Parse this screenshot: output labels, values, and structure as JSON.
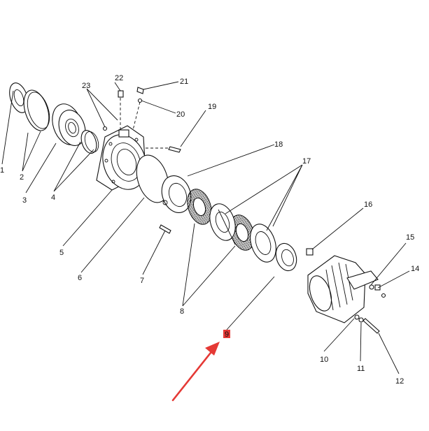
{
  "diagram": {
    "callouts": [
      {
        "id": "1",
        "label": "1"
      },
      {
        "id": "2",
        "label": "2"
      },
      {
        "id": "3",
        "label": "3"
      },
      {
        "id": "4",
        "label": "4"
      },
      {
        "id": "5",
        "label": "5"
      },
      {
        "id": "6",
        "label": "6"
      },
      {
        "id": "7",
        "label": "7"
      },
      {
        "id": "8",
        "label": "8"
      },
      {
        "id": "9",
        "label": "9"
      },
      {
        "id": "10",
        "label": "10"
      },
      {
        "id": "11",
        "label": "11"
      },
      {
        "id": "12",
        "label": "12"
      },
      {
        "id": "14",
        "label": "14"
      },
      {
        "id": "15",
        "label": "15"
      },
      {
        "id": "16",
        "label": "16"
      },
      {
        "id": "17",
        "label": "17"
      },
      {
        "id": "18",
        "label": "18"
      },
      {
        "id": "19",
        "label": "19"
      },
      {
        "id": "20",
        "label": "20"
      },
      {
        "id": "21",
        "label": "21"
      },
      {
        "id": "22",
        "label": "22"
      },
      {
        "id": "23",
        "label": "23"
      }
    ],
    "highlight": {
      "color": "#e53935",
      "target": "9"
    }
  }
}
